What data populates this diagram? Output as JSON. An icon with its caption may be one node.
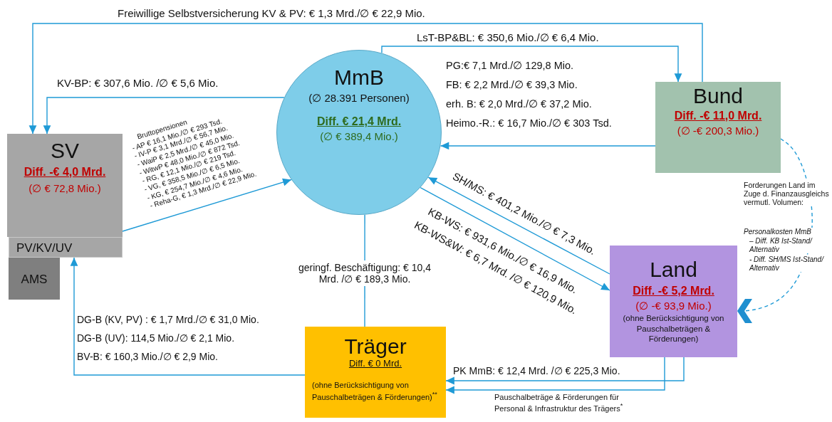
{
  "diagram": {
    "nodes": [
      {
        "text": [
          "MmB",
          "(∅ 28.391 Personen)",
          "Diff. € 21,4 Mrd.",
          "(∅ € 389,4 Mio.)"
        ]
      },
      {
        "text": [
          "Bund",
          "Diff. -€ 11,0 Mrd.",
          "(∅ -€ 200,3 Mio.)"
        ]
      },
      {
        "text": [
          "SV",
          "Diff. -€ 4,0 Mrd.",
          "(∅ € 72,8 Mio.)"
        ]
      },
      {
        "text": [
          "PV/KV/UV"
        ]
      },
      {
        "text": [
          "AMS"
        ]
      },
      {
        "text": [
          "Land",
          "Diff. -€ 5,2 Mrd.",
          "(∅ -€ 93,9 Mio.)",
          "(ohne Berücksichtigung von Pauschalbeträgen & Förderungen)"
        ]
      },
      {
        "text": [
          "Träger",
          "Diff. € 0 Mrd.",
          "(ohne Berücksichtigung von Pauschalbeträgen & Förderungen)$^{**}$"
        ]
      }
    ],
    "edges": [
      {
        "from": 1,
        "to": 2,
        "arrow": "to",
        "label": "Freiwillige Selbstversicherung KV & PV: € 1,3 Mrd./∅ € 22,9 Mio."
      },
      {
        "from": 0,
        "to": 1,
        "arrow": "to",
        "label": "LsT-BP&BL: € 350,6 Mio./∅ € 6,4 Mio."
      },
      {
        "from": 0,
        "to": 2,
        "arrow": "to",
        "label": "KV-BP: € 307,6 Mio. /∅ € 5,6 Mio."
      },
      {
        "from": 1,
        "to": 0,
        "arrow": "to"
      },
      {
        "from": 2,
        "to": 0,
        "arrow": "to"
      },
      {
        "from": 5,
        "to": 0,
        "arrow": "to",
        "label": "SH/MS: € 401,2 Mio./∅ € 7,3 Mio."
      },
      {
        "from": 0,
        "to": 5,
        "arrow": "to",
        "label": "KB-WS: € 931,6 Mio./∅ € 16,9 Mio."
      },
      {
        "from": 0,
        "to": 6,
        "arrow": "none",
        "label": "geringf. Beschäftigung: € 10,4 Mrd. /∅ € 189,3 Mio."
      },
      {
        "from": 6,
        "to": 3,
        "arrow": "to"
      },
      {
        "from": 5,
        "to": 6,
        "arrow": "to",
        "label": "PK MmB: € 12,4 Mrd. /∅ € 225,3 Mio."
      },
      {
        "from": 5,
        "to": 6,
        "arrow": "to",
        "label": "Pauschalbeträge & Förderungen für Personal & Infrastruktur des Trägers$^{*}$"
      },
      {
        "from": 1,
        "to": 5,
        "arrow": "to",
        "style": "dashed"
      }
    ],
    "labels": [
      "PG:€ 7,1 Mrd./∅ 129,8 Mio.",
      "FB: € 2,2 Mrd./∅ € 39,3 Mio.",
      "erh. B: € 2,0 Mrd./∅ € 37,2 Mio.",
      "Heimo.-R.: € 16,7 Mio./∅ € 303 Tsd.",
      "Bruttopensionen",
      "- AP € 16,1 Mio./∅ € 293 Tsd.",
      "- IV-P € 3,1 Mrd./∅ € 56,7 Mio.",
      "- WaiP € 2,5 Mrd./∅ € 45,0 Mio.",
      "- WitwP € 48,0 Mio./∅ € 872 Tsd.",
      "- RG, € 12,1 Mio./∅ € 219 Tsd.",
      "- VG, € 358,5 Mio./∅ € 6,5 Mio.",
      "- KG, € 254,7 Mio./∅ € 4,6 Mio.",
      "- Reha-G, € 1,3 Mrd./∅ € 22,9 Mio.",
      "Forderungen Land im Zuge d. Finanzausgleichs vermutl. Volumen:",
      "Personalkosten MmB",
      "– Diff. KB Ist-Stand/ Alternativ",
      "- Diff. SH/MS Ist-Stand/ Alternativ",
      "KB-WS&W: € 6,7 Mrd. /∅ € 120,9 Mio.",
      "DG-B (KV, PV) : € 1,7 Mrd./∅ € 31,0 Mio.",
      "DG-B (UV): 114,5 Mio./∅ € 2,1 Mio.",
      "BV-B: € 160,3 Mio./∅ € 2,9 Mio."
    ]
  }
}
